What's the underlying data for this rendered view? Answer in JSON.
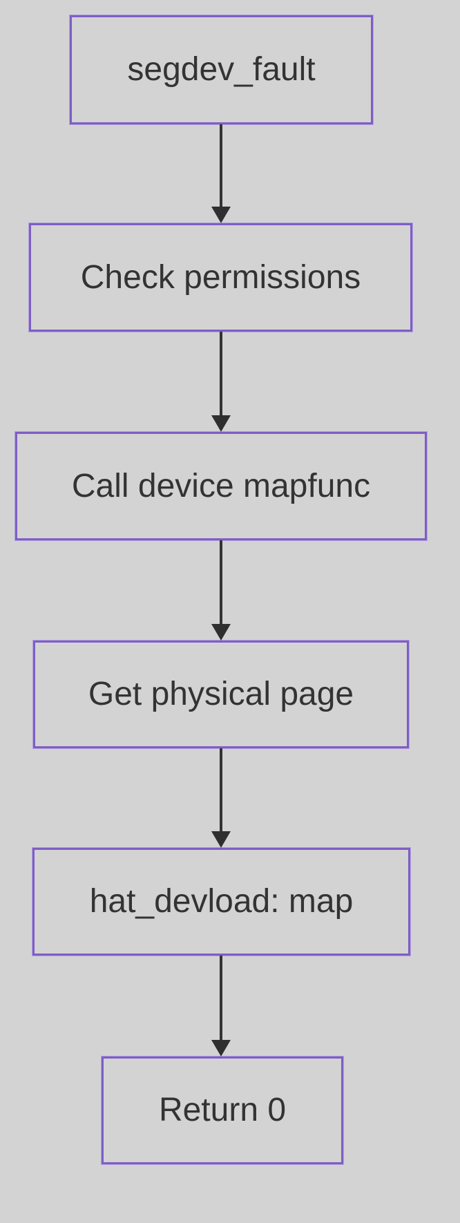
{
  "diagram": {
    "type": "flowchart",
    "direction": "top-down",
    "nodes": [
      {
        "id": "n1",
        "label": "segdev_fault"
      },
      {
        "id": "n2",
        "label": "Check permissions"
      },
      {
        "id": "n3",
        "label": "Call device mapfunc"
      },
      {
        "id": "n4",
        "label": "Get physical page"
      },
      {
        "id": "n5",
        "label": "hat_devload: map"
      },
      {
        "id": "n6",
        "label": "Return 0"
      }
    ],
    "edges": [
      {
        "from": "segdev_fault",
        "to": "Check permissions"
      },
      {
        "from": "Check permissions",
        "to": "Call device mapfunc"
      },
      {
        "from": "Call device mapfunc",
        "to": "Get physical page"
      },
      {
        "from": "Get physical page",
        "to": "hat_devload: map"
      },
      {
        "from": "hat_devload: map",
        "to": "Return 0"
      }
    ],
    "colors": {
      "background": "#d3d3d3",
      "node_fill": "#d3d3d3",
      "node_border": "#7e5ec5",
      "node_border_halo": "#b4a2df",
      "text": "#333333",
      "arrow": "#2f2f2f"
    }
  }
}
